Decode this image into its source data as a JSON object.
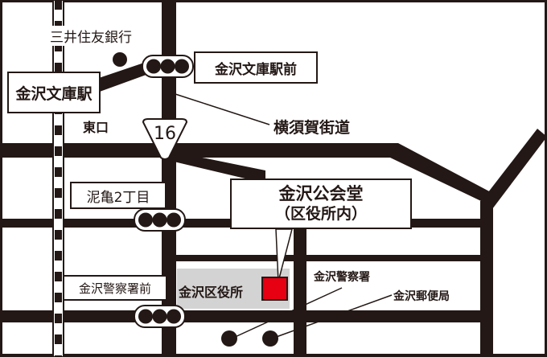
{
  "colors": {
    "road": "#231815",
    "destination": "#e60012",
    "ward_office_area": "#d3d3d3"
  },
  "labels": {
    "bank": "三井住友銀行",
    "station": "金沢文庫駅",
    "station_front_signal": "金沢文庫駅前",
    "east_exit": "東口",
    "route_number": "16",
    "highway": "横須賀街道",
    "doroki_signal": "泥亀2丁目",
    "hall_title": "金沢公会堂",
    "hall_subtitle": "（区役所内）",
    "police_front_signal": "金沢警察署前",
    "ward_office": "金沢区役所",
    "police": "金沢警察署",
    "post_office": "金沢郵便局"
  }
}
